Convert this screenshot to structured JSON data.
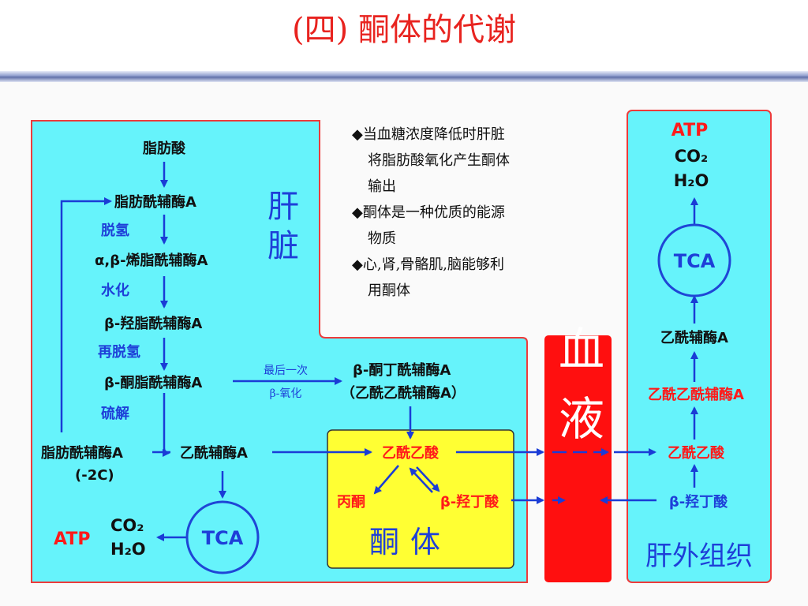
{
  "title": "(四) 酮体的代谢",
  "colors": {
    "panel_cyan": "#66f3fb",
    "panel_border": "#ee3a3a",
    "ketone_box": "#ffff33",
    "blood_bar": "#ff0f0f",
    "arrow_blue": "#1a3cd6",
    "text_blue": "#1e3fd8",
    "text_red": "#ff1a1a",
    "tca_border": "#1f46d6"
  },
  "liver": {
    "label": "肝脏",
    "fatty_acid": "脂肪酸",
    "fatty_acyl_coa": "脂肪酰辅酶A",
    "step_dehydrogenation": "脱氢",
    "enoyl_coa": "α,β-烯脂酰辅酶A",
    "step_hydration": "水化",
    "hydroxyacyl_coa": "β-羟脂酰辅酶A",
    "step_redehydrogenation": "再脱氢",
    "ketoacyl_coa": "β-酮脂酰辅酶A",
    "last_oxidation_1": "最后一次",
    "last_oxidation_2": "β-氧化",
    "ketobutyryl_coa": "β-酮丁酰辅酶A",
    "acetoacetyl_coa": "（乙酰乙酰辅酶A）",
    "step_thiolysis": "硫解",
    "fatty_acyl_coa_short": "脂肪酰辅酶A",
    "minus_2c": "(-2C)",
    "acetyl_coa": "乙酰辅酶A",
    "tca": "TCA",
    "atp": "ATP",
    "co2": "CO₂",
    "h2o": "H₂O"
  },
  "ketone_bodies": {
    "label": "酮体",
    "acetoacetate": "乙酰乙酸",
    "acetone": "丙酮",
    "hydroxybutyrate": "β-羟丁酸"
  },
  "notes": [
    "◆当血糖浓度降低时肝脏",
    "将脂肪酸氧化产生酮体",
    "输出",
    "◆酮体是一种优质的能源",
    "物质",
    "◆心,肾,骨骼肌,脑能够利",
    "用酮体"
  ],
  "blood": {
    "label": "血液"
  },
  "extrahepatic": {
    "label": "肝外组织",
    "atp": "ATP",
    "co2": "CO₂",
    "h2o": "H₂O",
    "tca": "TCA",
    "acetyl_coa": "乙酰辅酶A",
    "acetoacetyl_coa": "乙酰乙酰辅酶A",
    "acetoacetate": "乙酰乙酸",
    "hydroxybutyrate": "β-羟丁酸"
  }
}
